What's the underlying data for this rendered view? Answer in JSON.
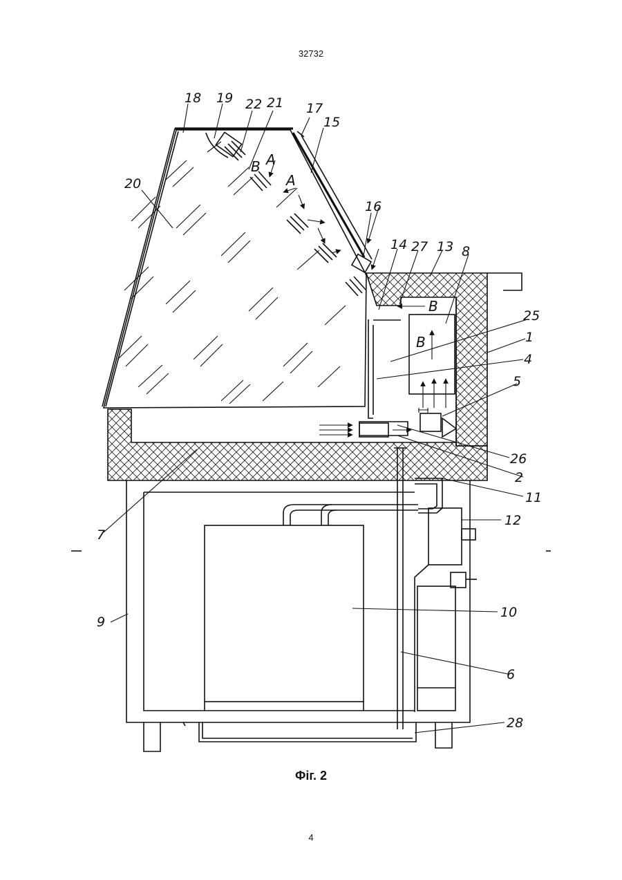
{
  "header": {
    "doc_number": "32732"
  },
  "footer": {
    "page_number": "4"
  },
  "figure": {
    "caption": "Фіг. 2"
  },
  "labels": {
    "l1": "1",
    "l2": "2",
    "l4": "4",
    "l5": "5",
    "l6": "6",
    "l7": "7",
    "l8": "8",
    "l9": "9",
    "l10": "10",
    "l11": "11",
    "l12": "12",
    "l13": "13",
    "l14": "14",
    "l15": "15",
    "l16": "16",
    "l17": "17",
    "l18": "18",
    "l19": "19",
    "l20": "20",
    "l21": "21",
    "l22": "22",
    "l25": "25",
    "l26": "26",
    "l27": "27",
    "l28": "28"
  },
  "flow_labels": {
    "a1": "A",
    "a2": "A",
    "b1": "B",
    "b2": "B",
    "b3": "B"
  }
}
